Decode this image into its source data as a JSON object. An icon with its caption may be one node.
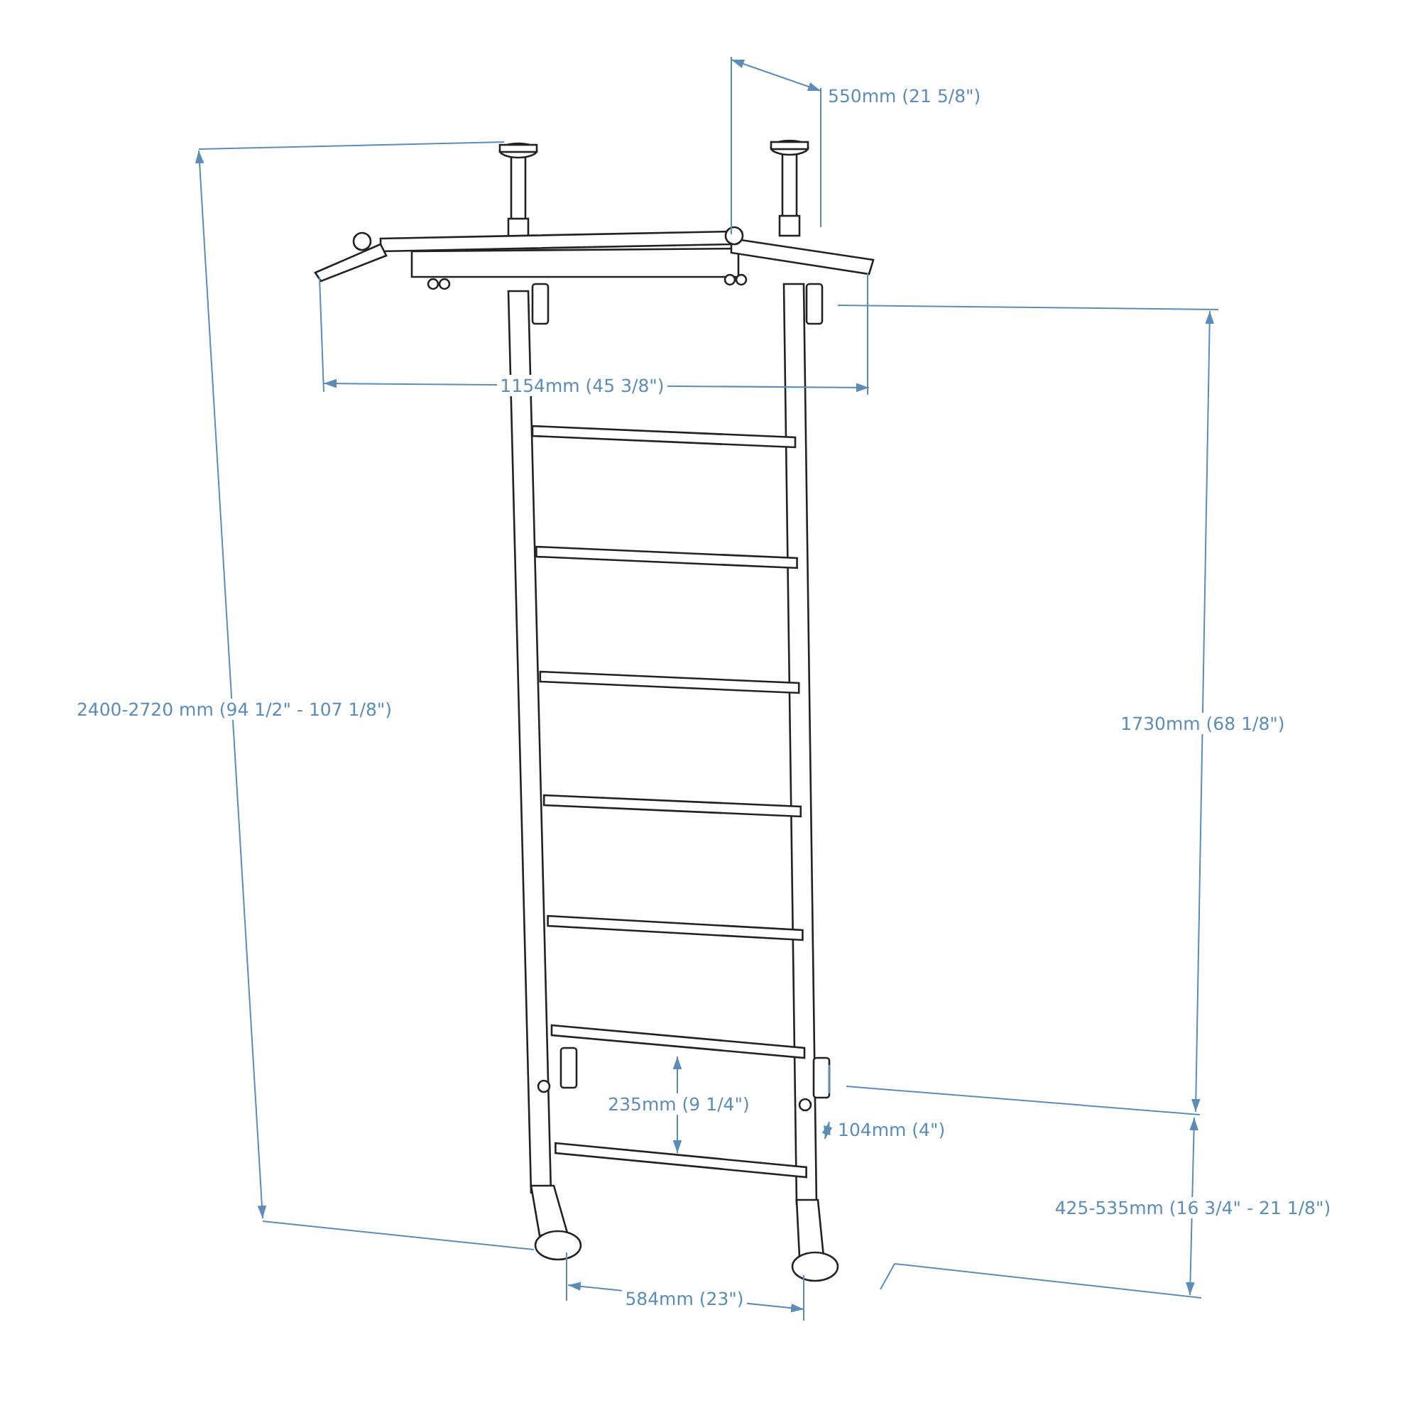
{
  "diagram": {
    "labels": [
      "550mm (21 5/8\")",
      "1154mm (45 3/8\")",
      "2400-2720 mm (94 1/2\" - 107 1/8\")",
      "1730mm (68 1/8\")",
      "235mm (9 1/4\")",
      "104mm (4\")",
      "425-535mm (16 3/4\" - 21 1/8\")",
      "584mm (23\")"
    ]
  }
}
